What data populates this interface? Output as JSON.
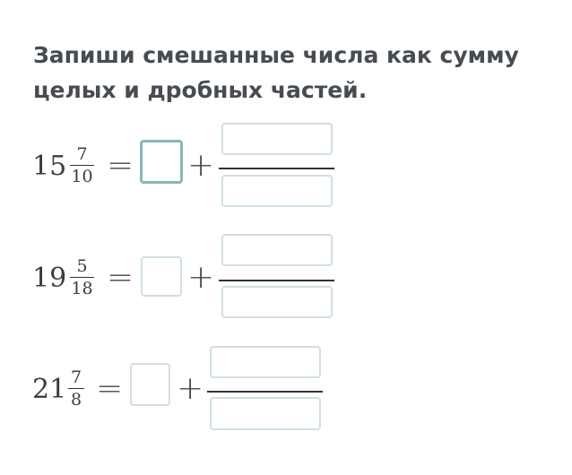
{
  "title": "Запиши смешанные числа как сумму целых и дробных частей.",
  "problems": [
    {
      "whole": "15",
      "num": "7",
      "den": "10"
    },
    {
      "whole": "19",
      "num": "5",
      "den": "18"
    },
    {
      "whole": "21",
      "num": "7",
      "den": "8"
    }
  ],
  "eq": "=",
  "plus": "+"
}
